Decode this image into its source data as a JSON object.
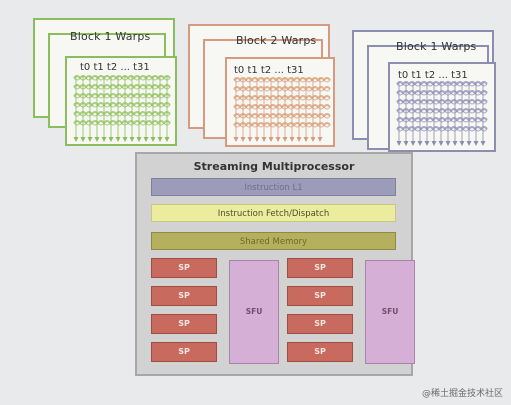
{
  "blocks": [
    {
      "title": "Block 1 Warps",
      "threads": "t0 t1 t2 ... t31",
      "color": "#8cbd5d",
      "coil_color": "#a9cf7e"
    },
    {
      "title": "Block 2 Warps",
      "threads": "t0 t1 t2 ... t31",
      "color": "#d69a7e",
      "coil_color": "#e0b18a"
    },
    {
      "title": "Block 1 Warps",
      "threads": "t0 t1 t2 ... t31",
      "color": "#8d8db0",
      "coil_color": "#a5a5c7"
    }
  ],
  "sm": {
    "title": "Streaming Multiprocessor",
    "icache": "Instruction L1",
    "fetch": "Instruction Fetch/Dispatch",
    "shared": "Shared Memory",
    "sp_label": "SP",
    "sfu_label": "SFU"
  },
  "colors": {
    "background": "#e9eaeb",
    "sm_fill": "#d2d2d2",
    "sp_fill": "#c96a5e",
    "sfu_fill": "#d6afd6",
    "icache_fill": "#9c9cba",
    "fetch_fill": "#ecec9e",
    "shared_fill": "#b4b05e"
  },
  "watermark": "@稀土掘金技术社区"
}
